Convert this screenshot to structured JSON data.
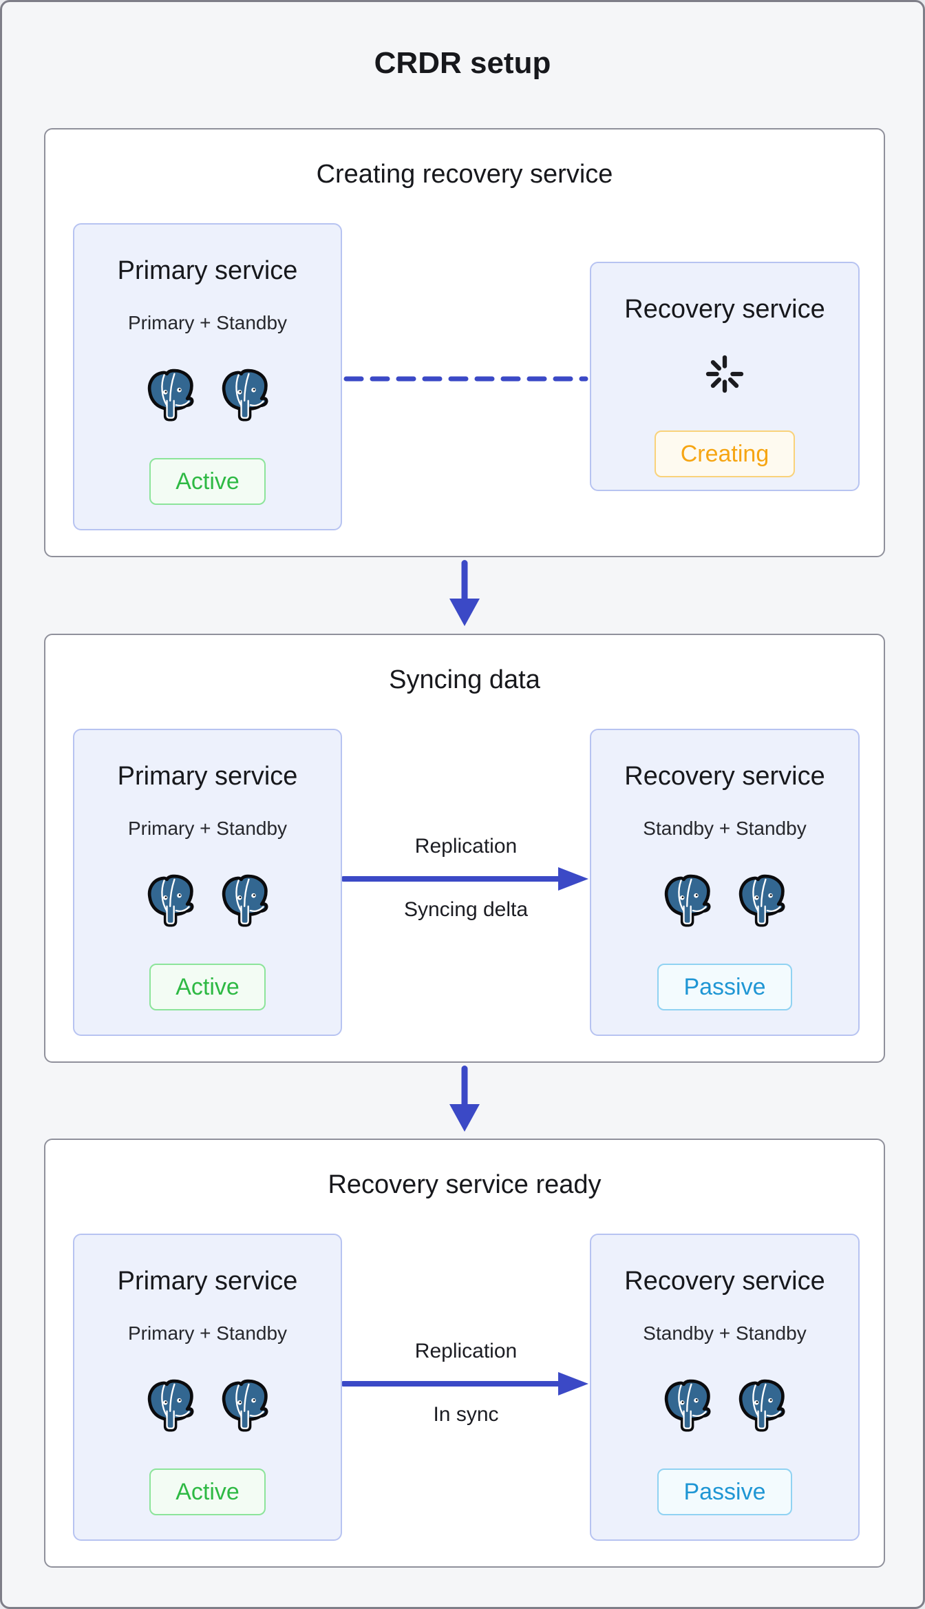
{
  "title": "CRDR setup",
  "colors": {
    "accent_blue": "#3b49c6",
    "page_bg": "#f5f6f8",
    "section_border": "#8f909b",
    "card_bg": "#edf1fc",
    "card_border": "#b7c3f1",
    "postgres_blue": "#336791",
    "active_text": "#2eb944",
    "active_border": "#8ce49a",
    "active_bg": "#f3fcf4",
    "creating_text": "#f6a513",
    "creating_border": "#f9d27a",
    "creating_bg": "#fefaf0",
    "passive_text": "#1f96d4",
    "passive_border": "#90d2f2",
    "passive_bg": "#f3fbfe"
  },
  "icons": {
    "postgres": "postgres-elephant-icon",
    "spinner": "loading-spinner-icon",
    "down_arrow": "down-arrow-icon",
    "flow_arrow": "replication-arrow-icon",
    "dashed_link": "dashed-link-icon"
  },
  "stages": [
    {
      "title": "Creating recovery service",
      "primary": {
        "title": "Primary service",
        "subtitle": "Primary + Standby",
        "status": "Active"
      },
      "recovery": {
        "title": "Recovery service",
        "status": "Creating"
      },
      "connector": {
        "style": "dashed"
      }
    },
    {
      "title": "Syncing data",
      "primary": {
        "title": "Primary service",
        "subtitle": "Primary + Standby",
        "status": "Active"
      },
      "recovery": {
        "title": "Recovery service",
        "subtitle": "Standby + Standby",
        "status": "Passive"
      },
      "connector": {
        "style": "arrow",
        "label_top": "Replication",
        "label_bottom": "Syncing delta"
      }
    },
    {
      "title": "Recovery service ready",
      "primary": {
        "title": "Primary service",
        "subtitle": "Primary + Standby",
        "status": "Active"
      },
      "recovery": {
        "title": "Recovery service",
        "subtitle": "Standby + Standby",
        "status": "Passive"
      },
      "connector": {
        "style": "arrow",
        "label_top": "Replication",
        "label_bottom": "In sync"
      }
    }
  ]
}
